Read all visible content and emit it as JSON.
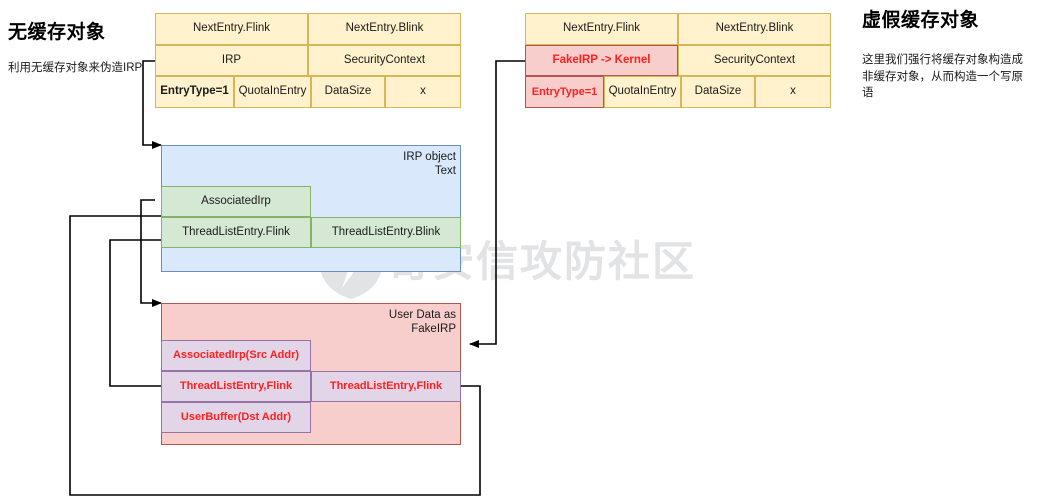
{
  "meta": {
    "watermark_text": "奇安信攻防社区",
    "watermark_icon": "shield-bolt-icon"
  },
  "left_panel": {
    "heading": "无缓存对象",
    "description": "利用无缓存对象来伪造IRP"
  },
  "right_panel": {
    "heading": "虚假缓存对象",
    "description": "这里我们强行将缓存对象构造成非缓存对象，从而构造一个写原语"
  },
  "pool_header_left": {
    "name": "non-cached-pool-header",
    "rows": [
      {
        "cells": [
          {
            "text": "NextEntry.Flink",
            "style": "yellow"
          },
          {
            "text": "NextEntry.Blink",
            "style": "yellow"
          }
        ]
      },
      {
        "cells": [
          {
            "text": "IRP",
            "style": "yellow"
          },
          {
            "text": "SecurityContext",
            "style": "yellow"
          }
        ]
      },
      {
        "cells": [
          {
            "text": "EntryType=1",
            "style": "yellow-bold"
          },
          {
            "text": "QuotaInEntry",
            "style": "yellow"
          },
          {
            "text": "DataSize",
            "style": "yellow"
          },
          {
            "text": "x",
            "style": "yellow"
          }
        ]
      }
    ]
  },
  "pool_header_right": {
    "name": "fake-cached-pool-header",
    "rows": [
      {
        "cells": [
          {
            "text": "NextEntry.Flink",
            "style": "yellow"
          },
          {
            "text": "NextEntry.Blink",
            "style": "yellow"
          }
        ]
      },
      {
        "cells": [
          {
            "text": "FakeIRP -> Kernel",
            "style": "pinkred"
          },
          {
            "text": "SecurityContext",
            "style": "yellow"
          }
        ]
      },
      {
        "cells": [
          {
            "text": "EntryType=1",
            "style": "pinkred"
          },
          {
            "text": "QuotaInEntry",
            "style": "yellow"
          },
          {
            "text": "DataSize",
            "style": "yellow"
          },
          {
            "text": "x",
            "style": "yellow"
          }
        ]
      }
    ]
  },
  "irp_object": {
    "label": "IRP object\nText",
    "fields": [
      {
        "text": "AssociatedIrp",
        "style": "green"
      },
      {
        "text": "ThreadListEntry.Flink",
        "style": "green"
      },
      {
        "text": "ThreadListEntry.Blink",
        "style": "green"
      }
    ]
  },
  "user_data": {
    "label": "User Data as\nFakeIRP",
    "fields": [
      {
        "text": "AssociatedIrp(Src Addr)",
        "style": "purple"
      },
      {
        "text": "ThreadListEntry,Flink",
        "style": "purple"
      },
      {
        "text": "ThreadListEntry,Flink",
        "style": "purple"
      },
      {
        "text": "UserBuffer(Dst Addr)",
        "style": "purple"
      }
    ]
  },
  "colors": {
    "yellow_fill": "#fff2cc",
    "yellow_stroke": "#d6b656",
    "green_fill": "#d5e8d4",
    "green_stroke": "#82b366",
    "blue_fill": "#dae8fc",
    "blue_stroke": "#6c8ebf",
    "pink_fill": "#f8cecc",
    "pink_stroke": "#b85450",
    "purple_fill": "#e1d5e7",
    "purple_stroke": "#9673a6",
    "red_text": "#ff2020",
    "connector": "#000000",
    "watermark": "#e2e3e5"
  }
}
